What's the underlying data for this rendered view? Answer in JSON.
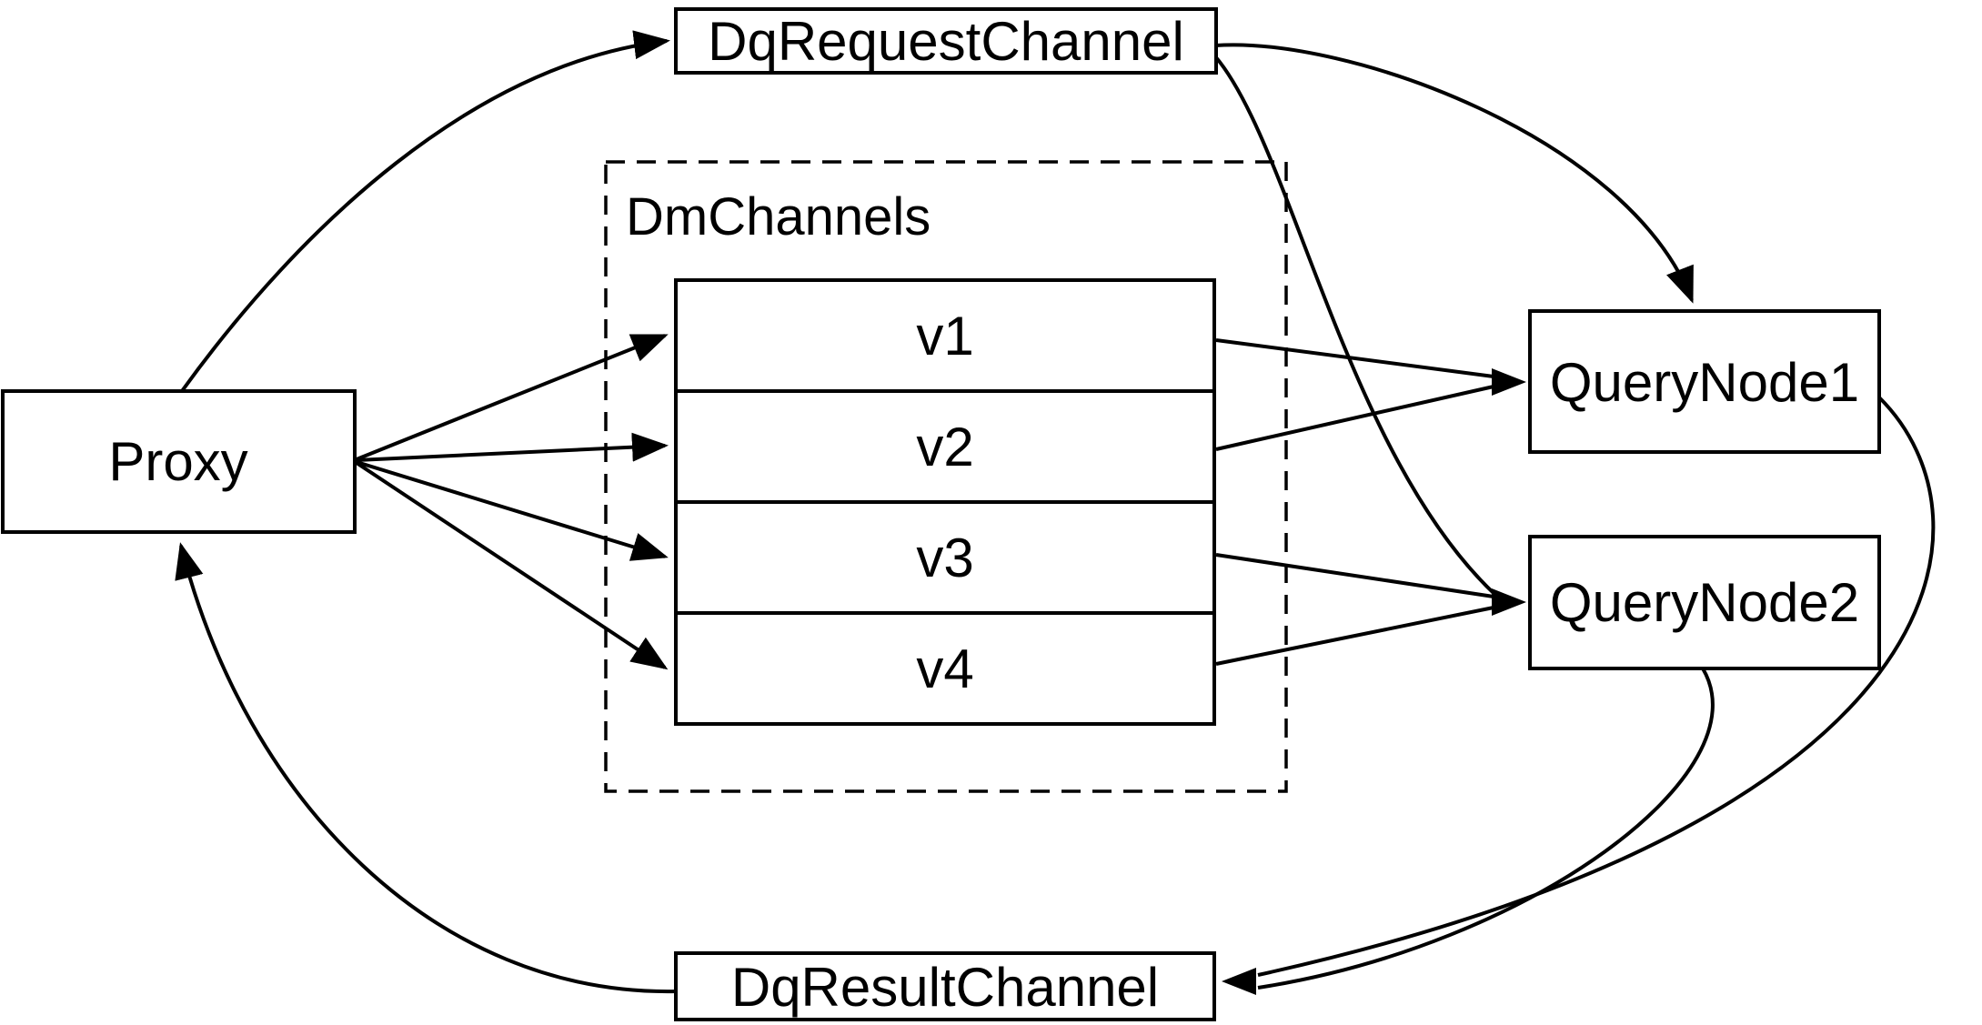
{
  "diagram": {
    "background_color": "#ffffff",
    "stroke_color": "#000000",
    "nodes": {
      "dq_request_channel": "DqRequestChannel",
      "proxy": "Proxy",
      "dm_channels_group": "DmChannels",
      "channels": [
        "v1",
        "v2",
        "v3",
        "v4"
      ],
      "query_node_1": "QueryNode1",
      "query_node_2": "QueryNode2",
      "dq_result_channel": "DqResultChannel"
    },
    "edges": [
      {
        "from": "Proxy",
        "to": "DqRequestChannel"
      },
      {
        "from": "Proxy",
        "to": "v1"
      },
      {
        "from": "Proxy",
        "to": "v2"
      },
      {
        "from": "Proxy",
        "to": "v3"
      },
      {
        "from": "Proxy",
        "to": "v4"
      },
      {
        "from": "DqRequestChannel",
        "to": "QueryNode1"
      },
      {
        "from": "DqRequestChannel",
        "to": "QueryNode2"
      },
      {
        "from": "v1",
        "to": "QueryNode1"
      },
      {
        "from": "v2",
        "to": "QueryNode1"
      },
      {
        "from": "v3",
        "to": "QueryNode2"
      },
      {
        "from": "v4",
        "to": "QueryNode2"
      },
      {
        "from": "QueryNode1",
        "to": "DqResultChannel"
      },
      {
        "from": "QueryNode2",
        "to": "DqResultChannel"
      },
      {
        "from": "DqResultChannel",
        "to": "Proxy"
      }
    ]
  }
}
